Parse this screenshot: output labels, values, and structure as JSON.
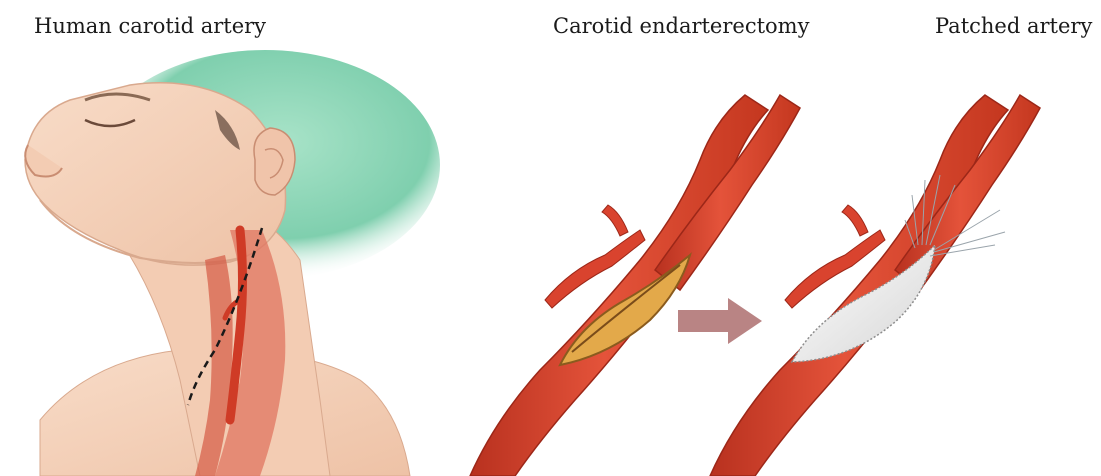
{
  "labels": {
    "carotid_artery": "Human carotid artery",
    "endarterectomy": "Carotid endarterectomy",
    "patched": "Patched artery"
  },
  "colors": {
    "artery": "#d9432e",
    "artery_dark": "#a8291b",
    "artery_light": "#f07a5e",
    "skin": "#f5d5c0",
    "skin_shadow": "#e8b9a0",
    "cap": "#7fcfae",
    "plaque": "#e3a94a",
    "patch": "#ededed",
    "arrow": "#b98484"
  },
  "icons": {
    "arrow": "right-arrow-icon"
  }
}
